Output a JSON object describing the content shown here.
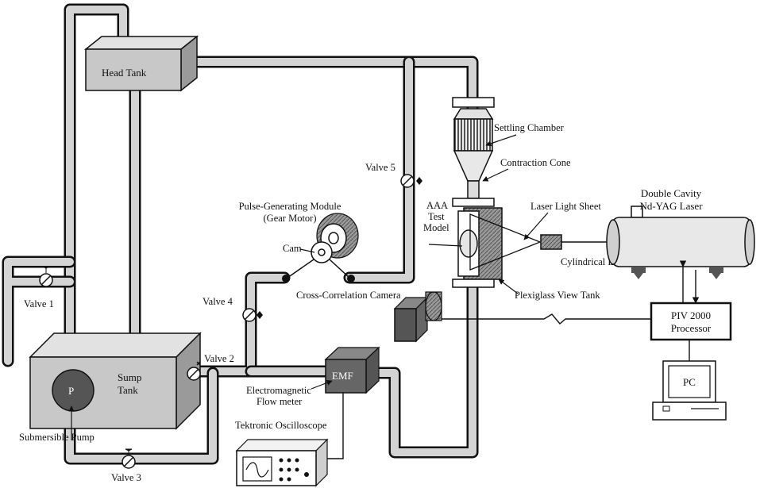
{
  "labels": {
    "head_tank": "Head Tank",
    "settling_chamber": "Settling Chamber",
    "contraction_cone": "Contraction Cone",
    "valve5": "Valve 5",
    "pulse_module_1": "Pulse-Generating Module",
    "pulse_module_2": "(Gear Motor)",
    "aaa_1": "AAA",
    "aaa_2": "Test",
    "aaa_3": "Model",
    "laser_sheet": "Laser Light Sheet",
    "laser_1": "Double Cavity",
    "laser_2": "Nd-YAG Laser",
    "cam": "Cam",
    "cylindrical_lens": "Cylindrical Lens",
    "valve1": "Valve 1",
    "valve4": "Valve 4",
    "camera": "Cross-Correlation Camera",
    "view_tank": "Plexiglass View Tank",
    "piv_1": "PIV 2000",
    "piv_2": "Processor",
    "sump_1": "Sump",
    "sump_2": "Tank",
    "pump_p": "P",
    "valve2": "Valve 2",
    "emf": "EMF",
    "emf_label_1": "Electromagnetic",
    "emf_label_2": "Flow meter",
    "pc": "PC",
    "pump_label": "Submersible Pump",
    "oscilloscope": "Tektronic Oscilloscope",
    "valve3": "Valve 3"
  },
  "colors": {
    "ink": "#111111",
    "pipe_fill": "#d4d4d4",
    "tank_fill": "#c8c8c8",
    "dark_fill": "#555555"
  }
}
